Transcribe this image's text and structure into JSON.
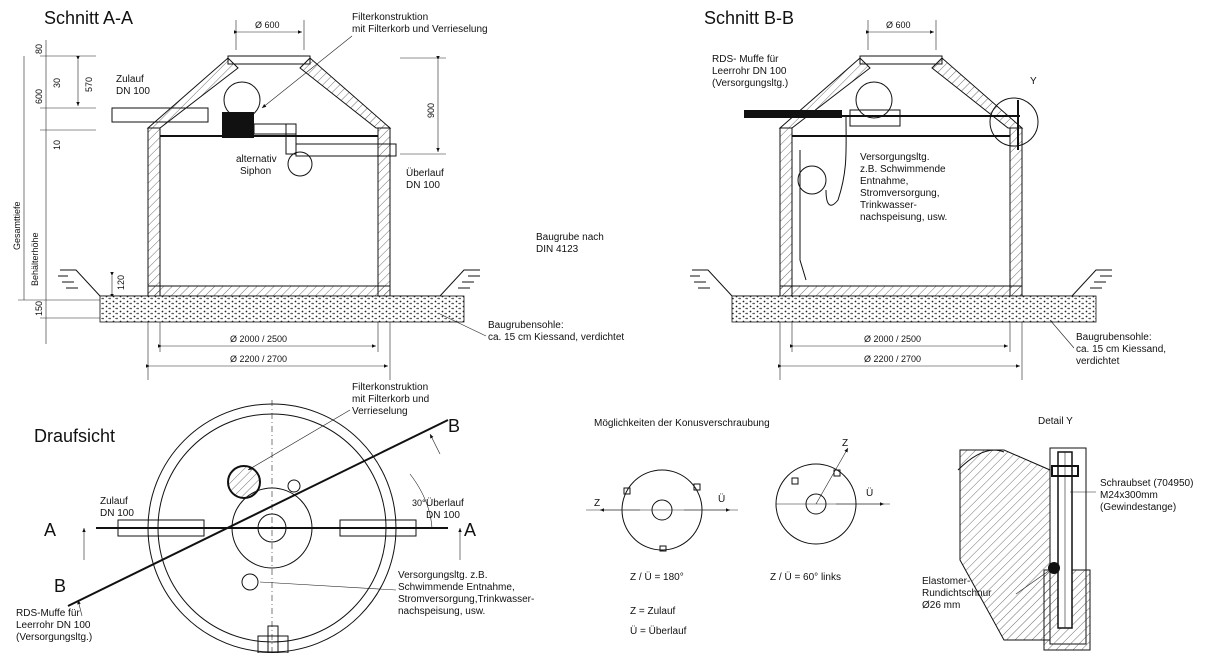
{
  "section_aa": {
    "title": "Schnitt A-A",
    "dim_top": "Ø 600",
    "filter_label_1": "Filterkonstruktion",
    "filter_label_2": "mit Filterkorb und Verrieselung",
    "inlet_1": "Zulauf",
    "inlet_2": "DN 100",
    "alt_1": "alternativ",
    "alt_2": "Siphon",
    "overflow_1": "Überlauf",
    "overflow_2": "DN 100",
    "pit_1": "Baugrube nach",
    "pit_2": "DIN 4123",
    "sole_1": "Baugrubensohle:",
    "sole_2": "ca. 15 cm Kiessand, verdichtet",
    "dia_inner": "Ø 2000 / 2500",
    "dia_outer": "Ø 2200 / 2700",
    "v_dims": [
      "80",
      "570",
      "600",
      "30",
      "10",
      "900",
      "120",
      "150"
    ],
    "v_labels": [
      "Gesamttiefe",
      "Behälterhöhe"
    ]
  },
  "section_bb": {
    "title": "Schnitt B-B",
    "dim_top": "Ø 600",
    "rds_1": "RDS- Muffe für",
    "rds_2": "Leerrohr DN 100",
    "rds_3": "(Versorgungsltg.)",
    "detail_marker": "Y",
    "supply_1": "Versorgungsltg.",
    "supply_2": "z.B. Schwimmende",
    "supply_3": "Entnahme,",
    "supply_4": "Stromversorgung,",
    "supply_5": "Trinkwasser-",
    "supply_6": "nachspeisung, usw.",
    "sole_1": "Baugrubensohle:",
    "sole_2": "ca. 15 cm Kiessand,",
    "sole_3": "verdichtet",
    "dia_inner": "Ø 2000 / 2500",
    "dia_outer": "Ø 2200 / 2700"
  },
  "plan": {
    "title": "Draufsicht",
    "filter_1": "Filterkonstruktion",
    "filter_2": "mit Filterkorb und",
    "filter_3": "Verrieselung",
    "marker_b": "B",
    "marker_a": "A",
    "angle": "30°",
    "inlet_1": "Zulauf",
    "inlet_2": "DN 100",
    "overflow_1": "Überlauf",
    "overflow_2": "DN 100",
    "supply_1": "Versorgungsltg. z.B.",
    "supply_2": "Schwimmende Entnahme,",
    "supply_3": "Stromversorgung,Trinkwasser-",
    "supply_4": "nachspeisung, usw.",
    "rds_1": "RDS-Muffe für",
    "rds_2": "Leerrohr DN 100",
    "rds_3": "(Versorgungsltg.)"
  },
  "cone": {
    "title": "Möglichkeiten der Konusverschraubung",
    "z": "Z",
    "u": "Ü",
    "caption_1": "Z / Ü = 180°",
    "caption_2": "Z / Ü = 60° links",
    "legend_1": "Z = Zulauf",
    "legend_2": "Ü = Überlauf"
  },
  "detail": {
    "title": "Detail Y",
    "screw_1": "Schraubset (704950)",
    "screw_2": "M24x300mm",
    "screw_3": "(Gewindestange)",
    "seal_1": "Elastomer-",
    "seal_2": "Rundichtschnur",
    "seal_3": "Ø26 mm"
  }
}
